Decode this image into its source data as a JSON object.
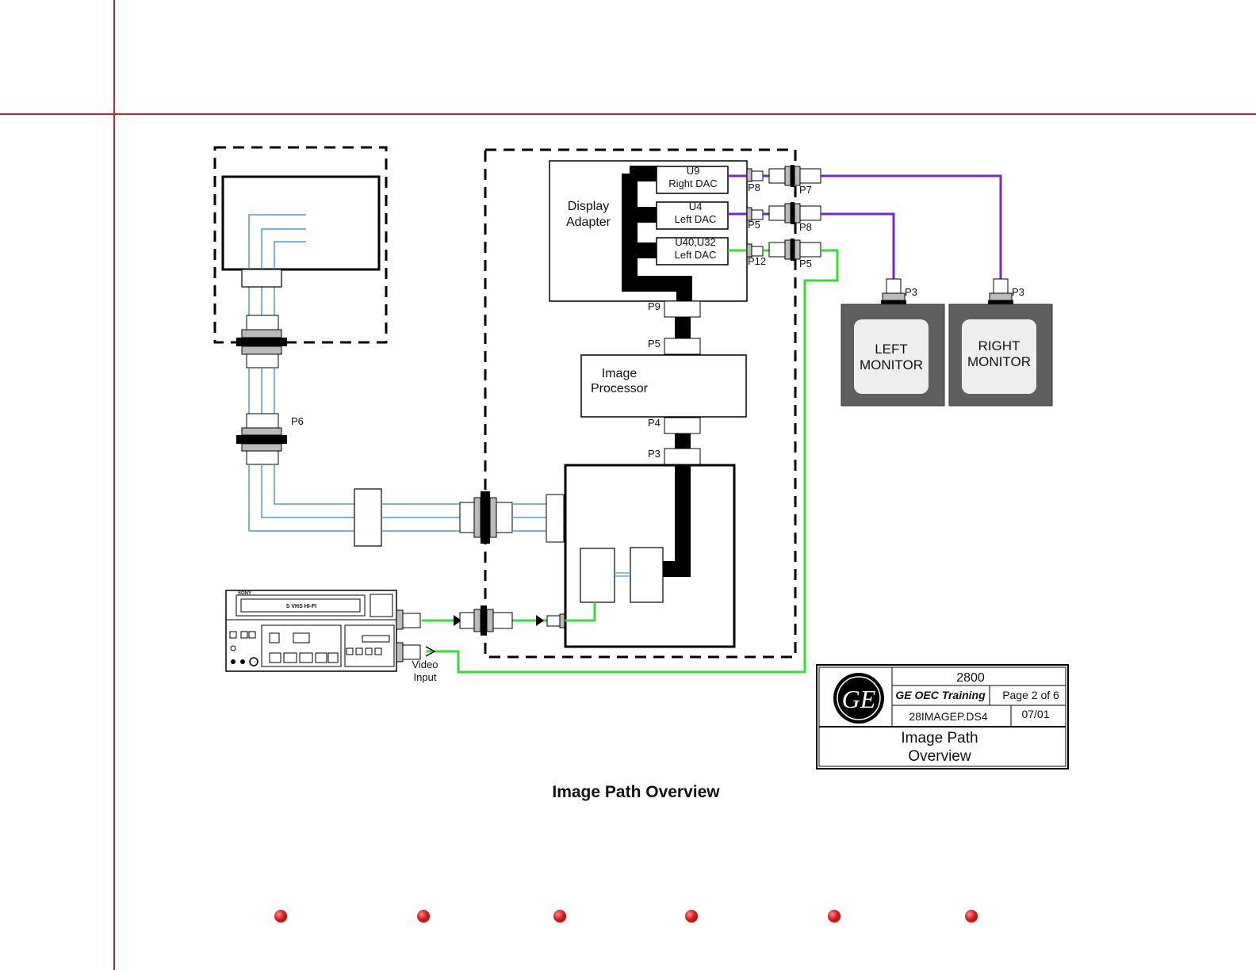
{
  "colors": {
    "page_rule": "#c0272d",
    "video_path": "#33dd33",
    "monitor_path": "#7b22d8",
    "fiber_path": "#4a9be0",
    "monitor_body": "#5f5f5f",
    "bullet": "#d81c1c"
  },
  "labels": {
    "display_adapter_line1": "Display",
    "display_adapter_line2": "Adapter",
    "u9": "U9",
    "right_dac": "Right DAC",
    "u4": "U4",
    "left_dac": "Left DAC",
    "u40_u32": "U40,U32",
    "left_dac_2": "Left DAC",
    "p8_a": "P8",
    "p7": "P7",
    "p5_a": "P5",
    "p8_b": "P8",
    "p12": "P12",
    "p5_b": "P5",
    "p9": "P9",
    "p5_c": "P5",
    "p4": "P4",
    "p3_a": "P3",
    "image_processor_line1": "Image",
    "image_processor_line2": "Processor",
    "p6": "P6",
    "p3_left": "P3",
    "p3_right": "P3",
    "left_monitor_line1": "LEFT",
    "left_monitor_line2": "MONITOR",
    "right_monitor_line1": "RIGHT",
    "right_monitor_line2": "MONITOR",
    "video_input_line1": "Video",
    "video_input_line2": "Input",
    "vcr_brand": "SONY",
    "vcr_model": "S VHS HI-FI"
  },
  "title_block": {
    "logo_text": "GE",
    "model": "2800",
    "course": "GE OEC Training",
    "page": "Page 2 of 6",
    "file": "28IMAGEP.DS4",
    "date": "07/01",
    "title_line1": "Image Path",
    "title_line2": "Overview"
  },
  "caption": "Image Path Overview",
  "bullets": [
    "bullet",
    "bullet",
    "bullet",
    "bullet",
    "bullet",
    "bullet"
  ]
}
